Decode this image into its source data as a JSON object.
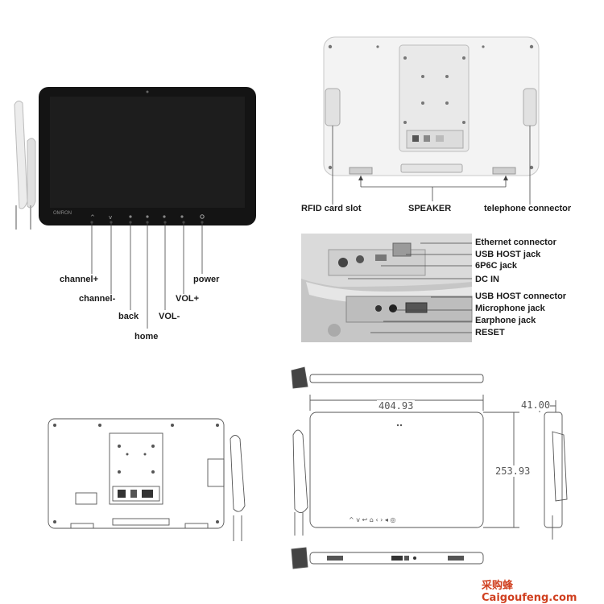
{
  "front_labels": {
    "channel_plus": "channel+",
    "channel_minus": "channel-",
    "back": "back",
    "home": "home",
    "vol_minus": "VOL-",
    "vol_plus": "VOL+",
    "power": "power"
  },
  "rear_labels": {
    "rfid": "RFID card slot",
    "speaker": "SPEAKER",
    "telephone": "telephone connector"
  },
  "port_labels": [
    "Ethernet connector",
    "USB HOST jack",
    "6P6C jack",
    "DC IN",
    "USB HOST connector",
    "Microphone jack",
    "Earphone jack",
    "RESET"
  ],
  "dimensions": {
    "width": "404.93",
    "height": "253.93",
    "depth": "41.00"
  },
  "brand_text": "OMRON",
  "watermark": "采购蜂 Caigoufeng.com"
}
